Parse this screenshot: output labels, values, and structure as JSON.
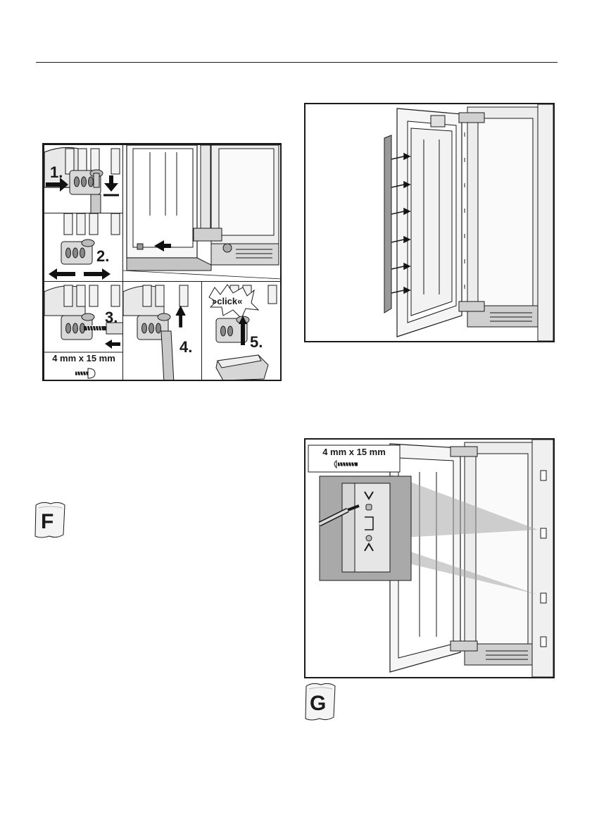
{
  "left_figure": {
    "steps": [
      "1.",
      "2.",
      "3.",
      "4.",
      "5."
    ],
    "click_label": "»click«",
    "screw_label": "4 mm x 15 mm"
  },
  "right_bottom_figure": {
    "screw_label": "4 mm x 15 mm"
  },
  "bags": {
    "f_letter": "F",
    "g_letter": "G"
  }
}
